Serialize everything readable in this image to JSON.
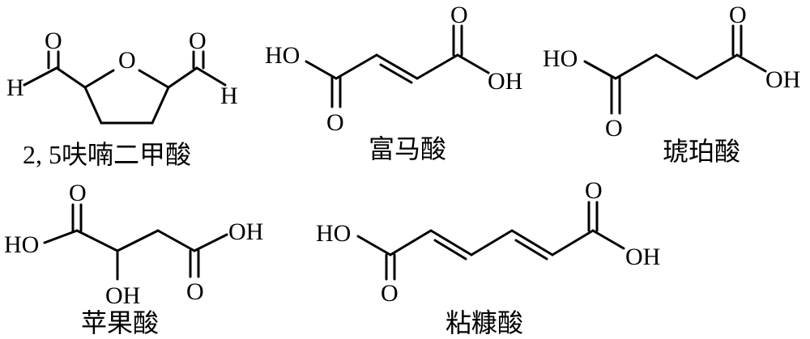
{
  "molecules": [
    {
      "name": "2, 5呋喃二甲酸",
      "atoms": {
        "o_ring": "O",
        "o_left": "O",
        "h_left": "H",
        "o_right": "O",
        "h_right": "H"
      }
    },
    {
      "name": "富马酸",
      "atoms": {
        "ho_left": "HO",
        "o_left": "O",
        "o_right": "O",
        "oh_right": "OH"
      }
    },
    {
      "name": "琥珀酸",
      "atoms": {
        "ho_left": "HO",
        "o_left": "O",
        "o_right": "O",
        "oh_right": "OH"
      }
    },
    {
      "name": "苹果酸",
      "atoms": {
        "ho_left": "HO",
        "o_left": "O",
        "oh_mid": "OH",
        "o_right": "O",
        "oh_right": "OH"
      }
    },
    {
      "name": "粘糠酸",
      "atoms": {
        "ho_left": "HO",
        "o_left": "O",
        "o_right": "O",
        "oh_right": "OH"
      }
    }
  ]
}
